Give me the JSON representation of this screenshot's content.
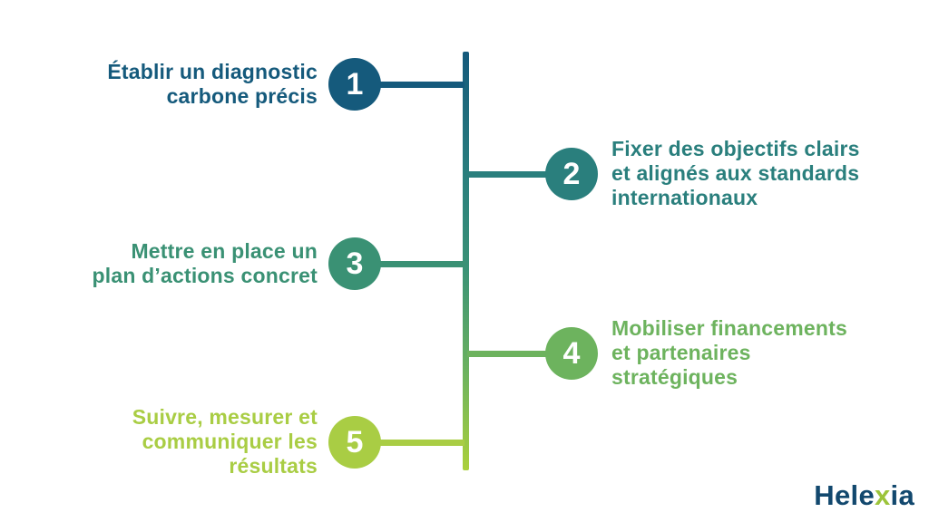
{
  "background": "#ffffff",
  "timeline": {
    "gradient": [
      "#155a7c 0%",
      "#2a7f7d 30%",
      "#3a9276 52%",
      "#6db35e 77%",
      "#abd03b 100%"
    ]
  },
  "steps": [
    {
      "number": "1",
      "side": "left",
      "color": "#155a7c",
      "text": "Établir un diagnostic\ncarbone précis"
    },
    {
      "number": "2",
      "side": "right",
      "color": "#2a7f7d",
      "text": "Fixer des objectifs clairs\net alignés aux standards\ninternationaux"
    },
    {
      "number": "3",
      "side": "left",
      "color": "#3a9174",
      "text": "Mettre en place un\nplan d’actions concret"
    },
    {
      "number": "4",
      "side": "right",
      "color": "#6db35e",
      "text": "Mobiliser financements\net partenaires\nstratégiques"
    },
    {
      "number": "5",
      "side": "left",
      "color": "#a9cd44",
      "text": "Suivre, mesurer et\ncommuniquer les\nrésultats"
    }
  ],
  "logo": {
    "part1": "Hele",
    "accent": "x",
    "part2": "ia",
    "base_color": "#12486e",
    "accent_color": "#9cc43a"
  }
}
